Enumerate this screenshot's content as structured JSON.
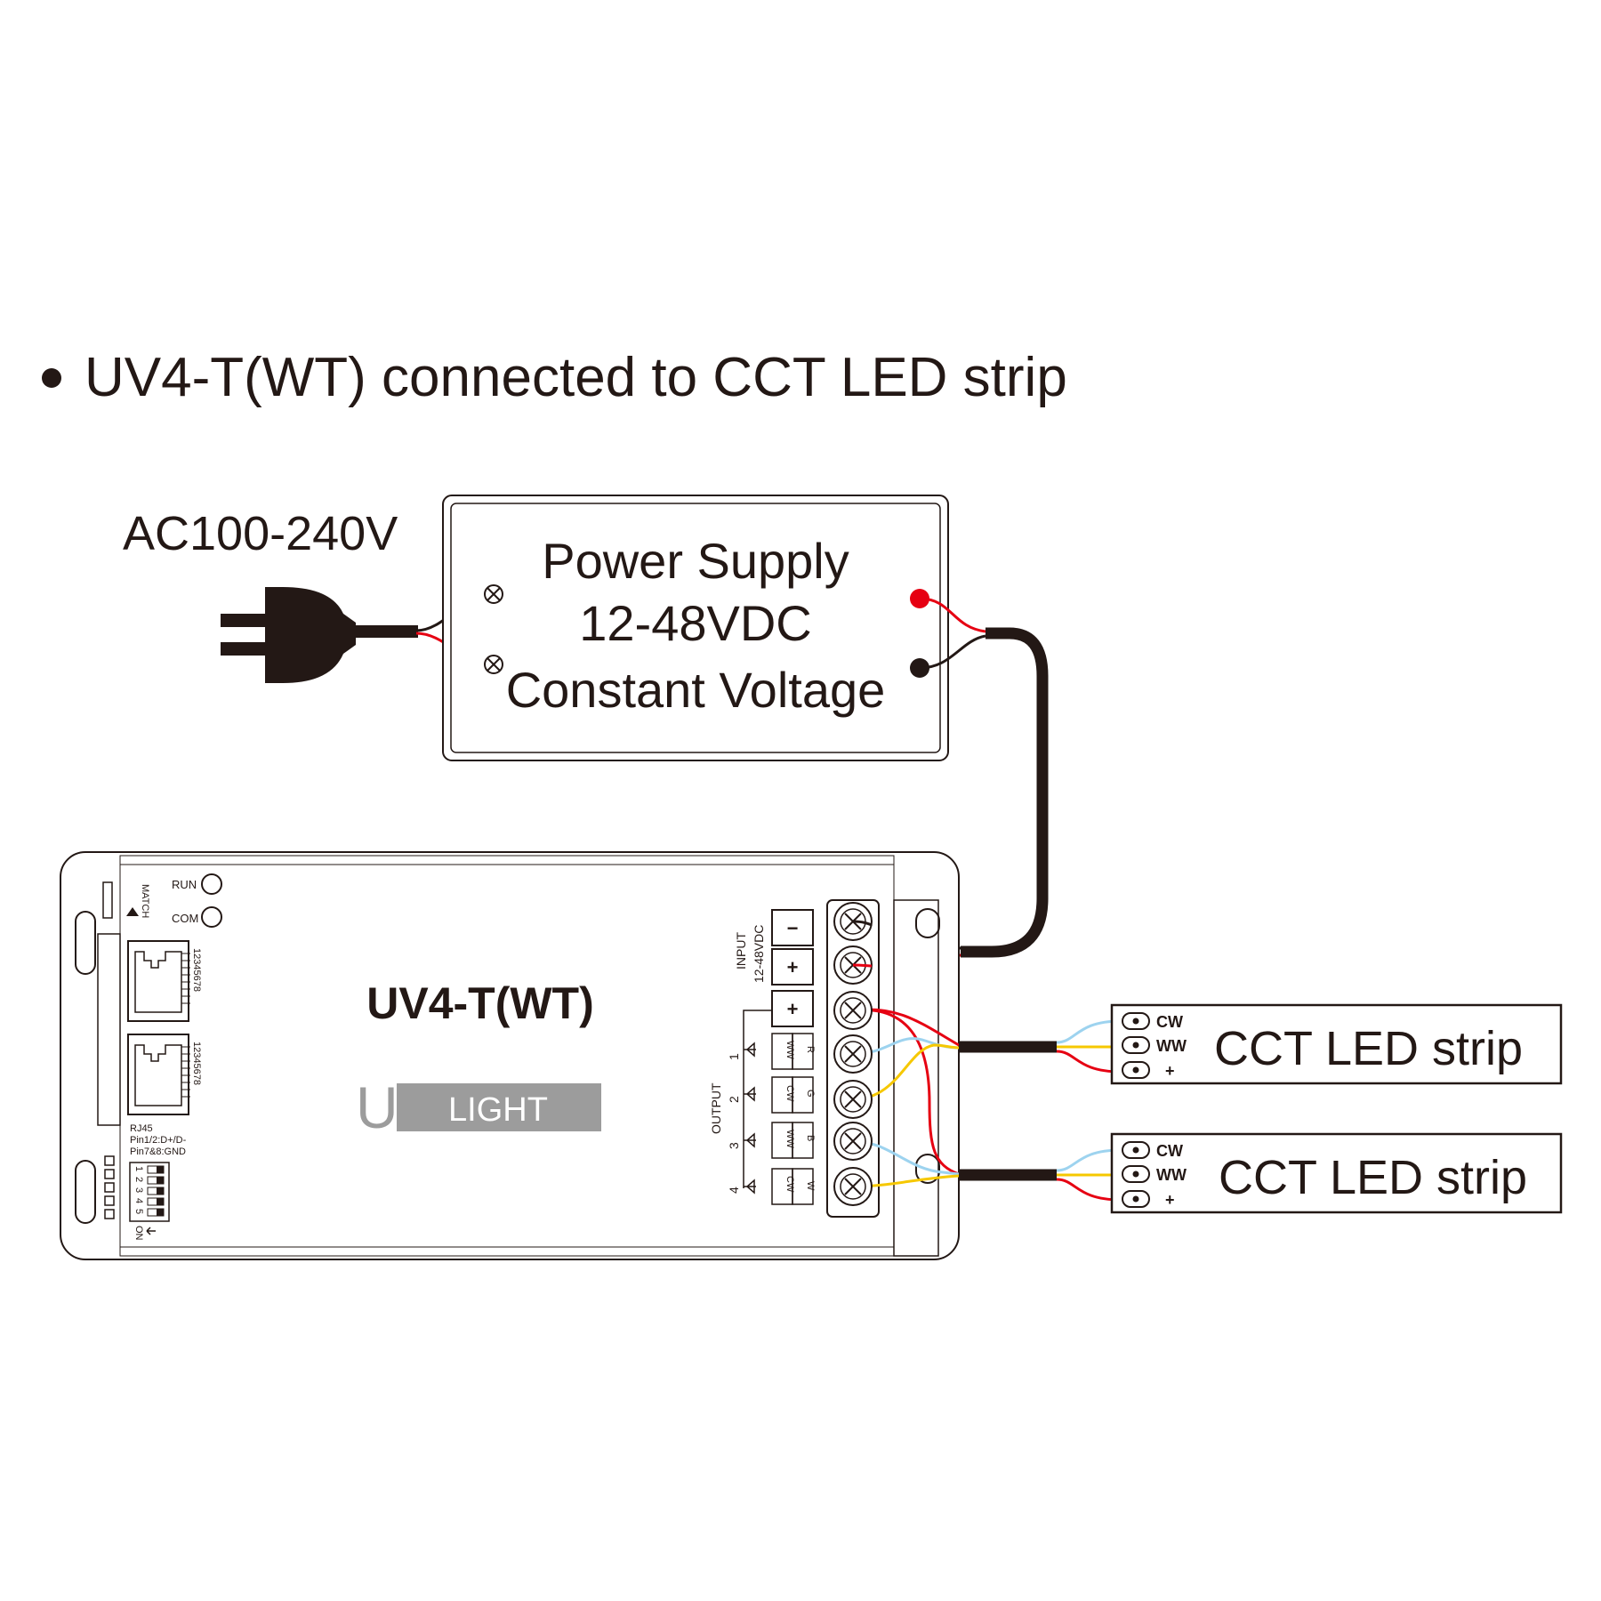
{
  "title": "UV4-T(WT) connected to CCT LED strip",
  "ac_label": "AC100-240V",
  "power_supply": {
    "line1": "Power Supply",
    "line2": "12-48VDC",
    "line3": "Constant Voltage"
  },
  "controller": {
    "model": "UV4-T(WT)",
    "logo_u": "U",
    "logo_text": "LIGHT",
    "run_label": "RUN",
    "com_label": "COM",
    "match_label": "MATCH",
    "rj45_pins": "12345678",
    "rj45_label": "RJ45",
    "rj45_pin1": "Pin1/2:D+/D-",
    "rj45_pin2": "Pin7&8:GND",
    "dip_numbers": [
      "1",
      "2",
      "3",
      "4",
      "5"
    ],
    "dip_on": "ON",
    "input_label": "INPUT",
    "input_voltage": "12-48VDC",
    "input_minus": "−",
    "input_plus": "+",
    "output_plus": "+",
    "output_label": "OUTPUT",
    "channels": [
      {
        "num": "1",
        "code": "WW",
        "color": "R"
      },
      {
        "num": "2",
        "code": "CW",
        "color": "G"
      },
      {
        "num": "3",
        "code": "WW",
        "color": "B"
      },
      {
        "num": "4",
        "code": "CW",
        "color": "W"
      }
    ]
  },
  "strips": [
    {
      "label": "CCT LED strip",
      "pins": [
        "CW",
        "WW",
        "+"
      ]
    },
    {
      "label": "CCT LED strip",
      "pins": [
        "CW",
        "WW",
        "+"
      ]
    }
  ],
  "colors": {
    "ink": "#231815",
    "wire_red": "#e60012",
    "wire_blue": "#9dd3ef",
    "wire_yellow": "#f6c800",
    "logo_gray": "#9c9c9c"
  }
}
